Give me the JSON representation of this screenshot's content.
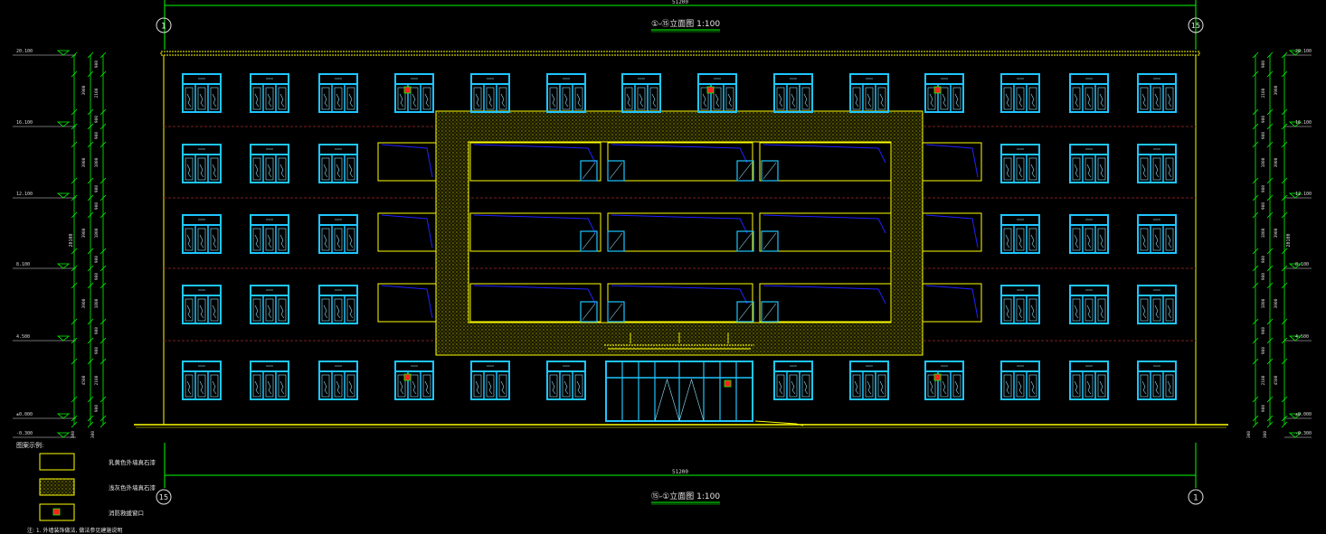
{
  "drawing": {
    "top_title": "①-⑮立面图 1:100",
    "bottom_title": "⑮-①立面图 1:100",
    "axis_left_top": "1",
    "axis_right_top": "15",
    "axis_left_bottom": "15",
    "axis_right_bottom": "1",
    "overall_width_top": "51200",
    "overall_width_bottom": "51200",
    "total_height": "20100"
  },
  "levels_left": [
    "20.100",
    "16.100",
    "12.100",
    "8.100",
    "4.500",
    "±0.000",
    "-0.300"
  ],
  "levels_right": [
    "20.100",
    "16.100",
    "12.100",
    "8.100",
    "4.500",
    "±0.000",
    "-0.300"
  ],
  "dims_left_outer": [
    "3900",
    "3900",
    "3900",
    "3900",
    "4500",
    "300"
  ],
  "dims_left_inner": [
    "900",
    "2100",
    "900",
    "1800",
    "2100",
    "900",
    "1800",
    "2100",
    "900",
    "1800",
    "2100",
    "900",
    "2100",
    "300"
  ],
  "legend": {
    "title": "图案示例:",
    "items": [
      {
        "name": "white",
        "label": "乳黄色外墙真石漆"
      },
      {
        "name": "dotted",
        "label": "浅灰色外墙真石漆"
      },
      {
        "name": "red",
        "label": "消防救援窗口"
      }
    ],
    "note": "注: 1. 外墙装饰做法, 做法参见建施说明"
  },
  "colors": {
    "frame": "#ffff00",
    "window": "#1ec6ff",
    "glazing_blue": "#2020ff",
    "axis": "#00ff00",
    "rescue_red": "#ff2020",
    "background": "#000000"
  }
}
